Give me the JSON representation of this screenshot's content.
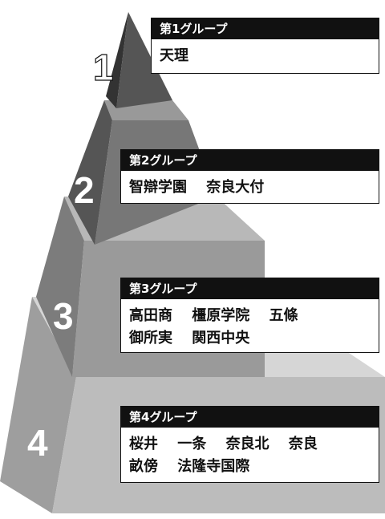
{
  "tiers": [
    {
      "number": "1",
      "title": "第1グループ",
      "lines": [
        [
          "天理"
        ]
      ]
    },
    {
      "number": "2",
      "title": "第2グループ",
      "lines": [
        [
          "智辯学園",
          "奈良大付"
        ]
      ]
    },
    {
      "number": "3",
      "title": "第3グループ",
      "lines": [
        [
          "高田商",
          "橿原学院",
          "五條"
        ],
        [
          "御所実",
          "関西中央"
        ]
      ]
    },
    {
      "number": "4",
      "title": "第4グループ",
      "lines": [
        [
          "桜井",
          "一条",
          "奈良北",
          "奈良"
        ],
        [
          "畝傍",
          "法隆寺国際"
        ]
      ]
    }
  ],
  "colors": {
    "tier1_face": "#555555",
    "tier1_side": "#333333",
    "tier2_face": "#777777",
    "tier2_side": "#555555",
    "tier2_top": "#999999",
    "tier3_face": "#9a9a9a",
    "tier3_side": "#7c7c7c",
    "tier3_top": "#b8b8b8",
    "tier4_face": "#bcbcbc",
    "tier4_side": "#9e9e9e",
    "tier4_top": "#d6d6d6",
    "header_bg": "#111111",
    "header_text": "#ffffff"
  }
}
